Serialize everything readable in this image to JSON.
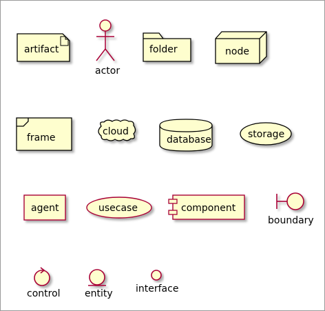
{
  "colors": {
    "fill": "#FEFECE",
    "stroke_dark": "#000000",
    "stroke_red": "#A80036",
    "shadow": "#B5B5B5",
    "frame": "#9A9A9A"
  },
  "elements": {
    "artifact": "artifact",
    "actor": "actor",
    "folder": "folder",
    "node": "node",
    "frame": "frame",
    "cloud": "cloud",
    "database": "database",
    "storage": "storage",
    "agent": "agent",
    "usecase": "usecase",
    "component": "component",
    "boundary": "boundary",
    "control": "control",
    "entity": "entity",
    "interface": "interface"
  }
}
